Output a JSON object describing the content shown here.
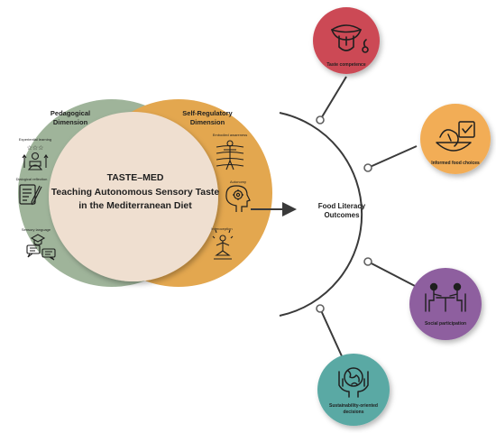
{
  "colors": {
    "pedagogical": "#9fb49a",
    "self_regulatory": "#e3a74f",
    "center": "#efdfd0",
    "taste": "#cc4a55",
    "informed": "#f2ad57",
    "social": "#8e5f9f",
    "sustainability": "#5aa9a4",
    "line": "#3a3a3a",
    "ring": "#606060",
    "icon": "#1f1f1f"
  },
  "venn": {
    "pedagogical": {
      "title_line1": "Pedagogical",
      "title_line2": "Dimension",
      "items": [
        "Experiential learning",
        "Dialogical reflection",
        "Sensory language"
      ]
    },
    "self_regulatory": {
      "title_line1": "Self-Regulatory",
      "title_line2": "Dimension",
      "items": [
        "Embodied awareness",
        "Autonomy",
        "Interoception"
      ]
    },
    "center": {
      "title_line1": "TASTE–MED",
      "title_line2": "Teaching Autonomous Sensory Taste",
      "title_line3": "in the Mediterranean Diet"
    }
  },
  "hub": {
    "label_line1": "Food Literacy",
    "label_line2": "Outcomes"
  },
  "outcomes": [
    {
      "label_line1": "Taste competence",
      "label_line2": "",
      "icon": "tongue-icon"
    },
    {
      "label_line1": "Informed food choices",
      "label_line2": "",
      "icon": "checklist-food-icon"
    },
    {
      "label_line1": "Social participation",
      "label_line2": "",
      "icon": "shared-meal-icon"
    },
    {
      "label_line1": "Sustainability-oriented",
      "label_line2": "decisions",
      "icon": "globe-hands-icon"
    }
  ]
}
